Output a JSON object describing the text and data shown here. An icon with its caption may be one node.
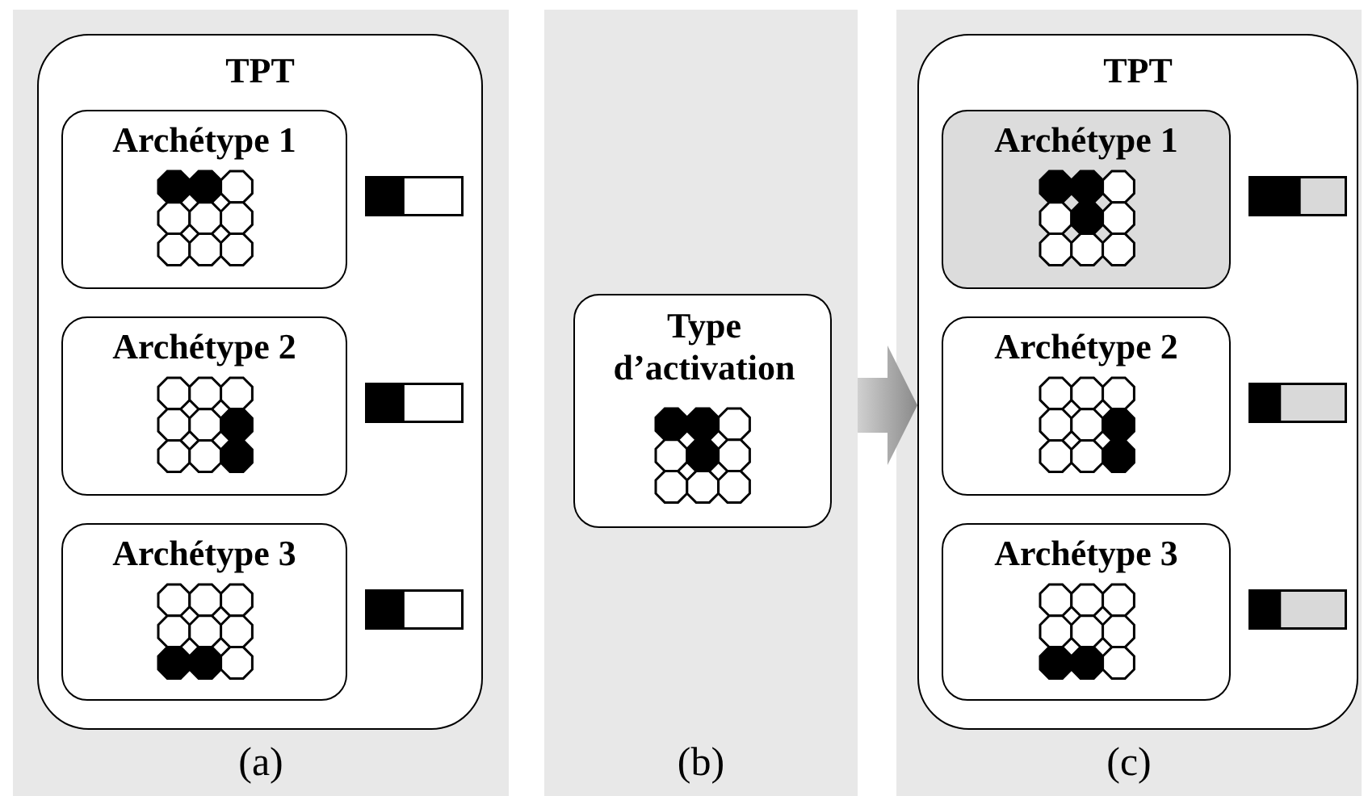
{
  "diagram": {
    "nodes": [
      {
        "text": [
          "(a)"
        ]
      },
      {
        "text": [
          "TPT"
        ],
        "in": 0
      },
      {
        "text": [
          "Archétype 1"
        ],
        "in": 1
      },
      {
        "text": [
          "Archétype 2"
        ],
        "in": 1
      },
      {
        "text": [
          "Archétype 3"
        ],
        "in": 1
      },
      {
        "text": [
          "(b)"
        ]
      },
      {
        "text": [
          "Type d’activation"
        ],
        "in": 5
      },
      {
        "text": [
          "(c)"
        ]
      },
      {
        "text": [
          "TPT"
        ],
        "in": 7
      },
      {
        "text": [
          "Archétype 1"
        ],
        "in": 8
      },
      {
        "text": [
          "Archétype 2"
        ],
        "in": 8
      },
      {
        "text": [
          "Archétype 3"
        ],
        "in": 8
      }
    ],
    "edges": [
      {
        "from": 5,
        "to": 8,
        "arrow": "to",
        "style": "thick"
      }
    ]
  }
}
